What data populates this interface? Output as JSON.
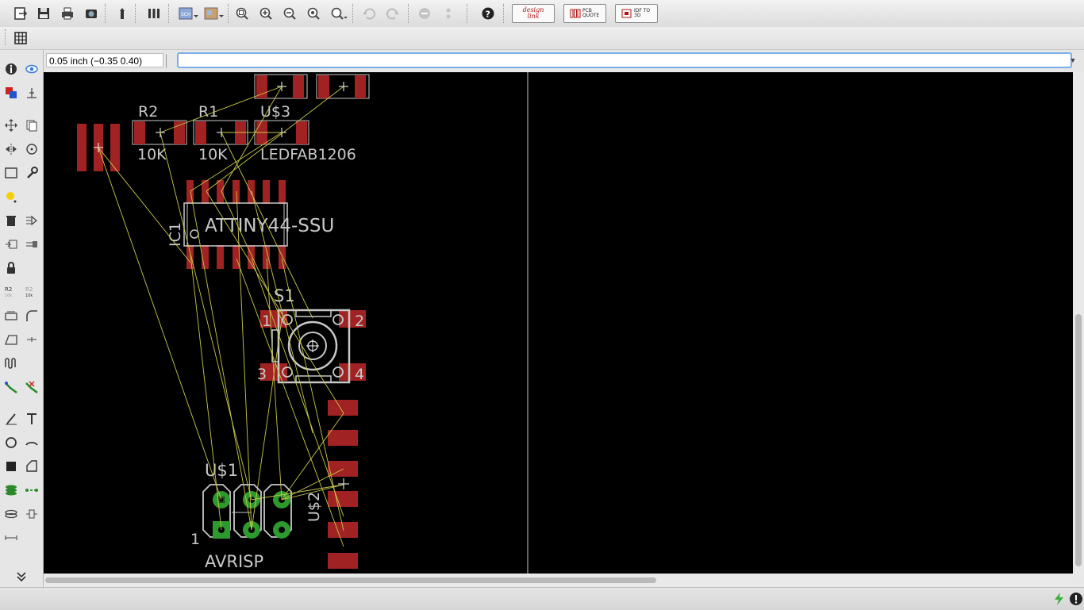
{
  "toolbar": {
    "tool_icons": [
      "open-icon",
      "save-icon",
      "print-icon",
      "cam-icon",
      "script-icon",
      "ulp-icon",
      "schematic-icon",
      "board-icon",
      "zoom-fit-icon",
      "zoom-in-icon",
      "zoom-out-icon",
      "zoom-select-icon",
      "zoom-last-icon",
      "undo-icon",
      "redo-icon",
      "stop-icon",
      "go-icon",
      "help-icon"
    ],
    "sch_label": "SCH",
    "design_link_label": "design link",
    "pcb_quote_label": "PCB QUOTE",
    "idf_label": "IDF TO 3D"
  },
  "command": {
    "coordinate": "0.05 inch (−0.35 0.40)",
    "input_value": "",
    "input_placeholder": ""
  },
  "board": {
    "r2_name": "R2",
    "r2_value": "10K",
    "r1_name": "R1",
    "r1_value": "10K",
    "us3_name": "U$3",
    "us3_value": "LEDFAB1206",
    "ic1_name": "IC1",
    "ic1_value": "ATTINY44-SSU",
    "s1_name": "S1",
    "s1_pins": [
      "1",
      "2",
      "3",
      "4"
    ],
    "us1_name": "U$1",
    "us1_pin1": "1",
    "us1_value": "AVRISP",
    "us2_name": "U$2"
  },
  "colors": {
    "pad": "#a02222",
    "pad_stroke": "#d84c4c",
    "silk": "#c8c8c8",
    "airwire": "#c8c84a",
    "via_ring": "#2c9a2c",
    "canvas": "#000000"
  }
}
